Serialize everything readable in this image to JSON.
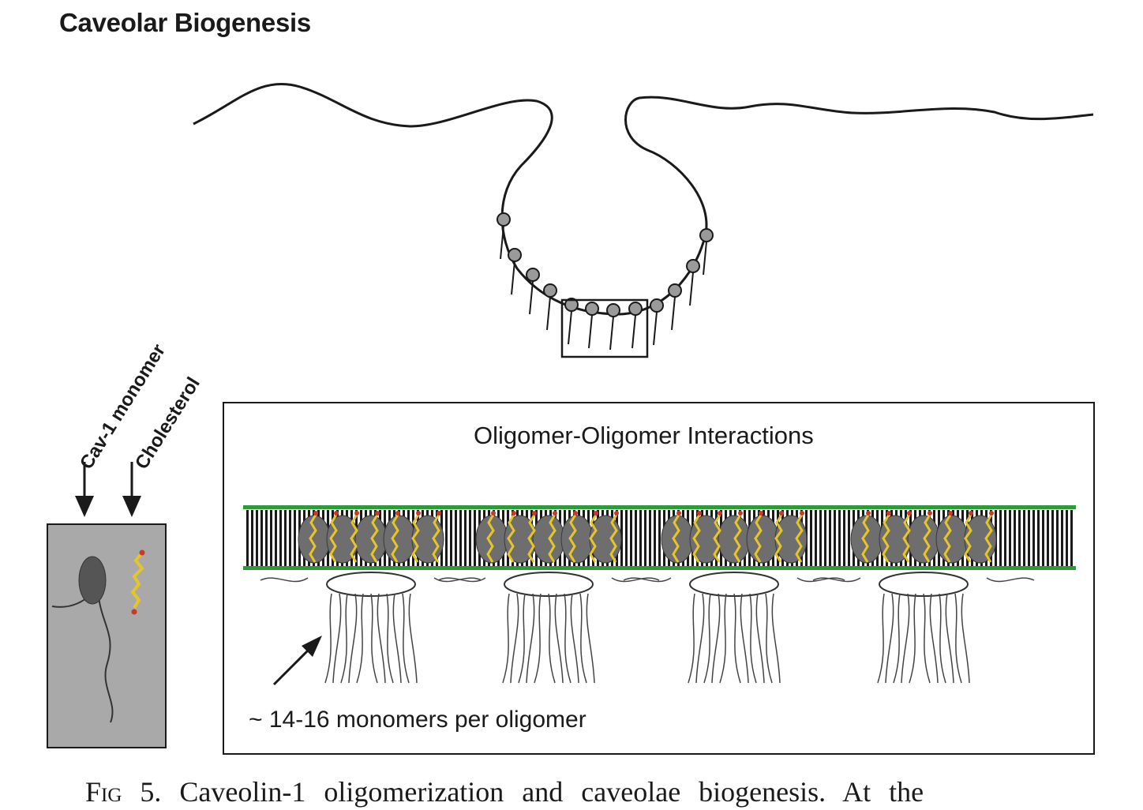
{
  "figure": {
    "title": "Caveolar Biogenesis",
    "panel_title": "Oligomer-Oligomer Interactions",
    "label_monomer": "Cav-1 monomer",
    "label_cholesterol": "Cholesterol",
    "note": "~ 14-16 monomers per oligomer",
    "caption_fig": "Fig",
    "caption_rest": "5. Caveolin-1 oligomerization and caveolae biogenesis. At the"
  },
  "colors": {
    "membrane_green": "#2f9a3a",
    "cholesterol_yellow": "#e5c52a",
    "cholesterol_red": "#c73a2a",
    "protein_gray": "#6e6e6e",
    "inset_bg": "#a9a9a9"
  }
}
